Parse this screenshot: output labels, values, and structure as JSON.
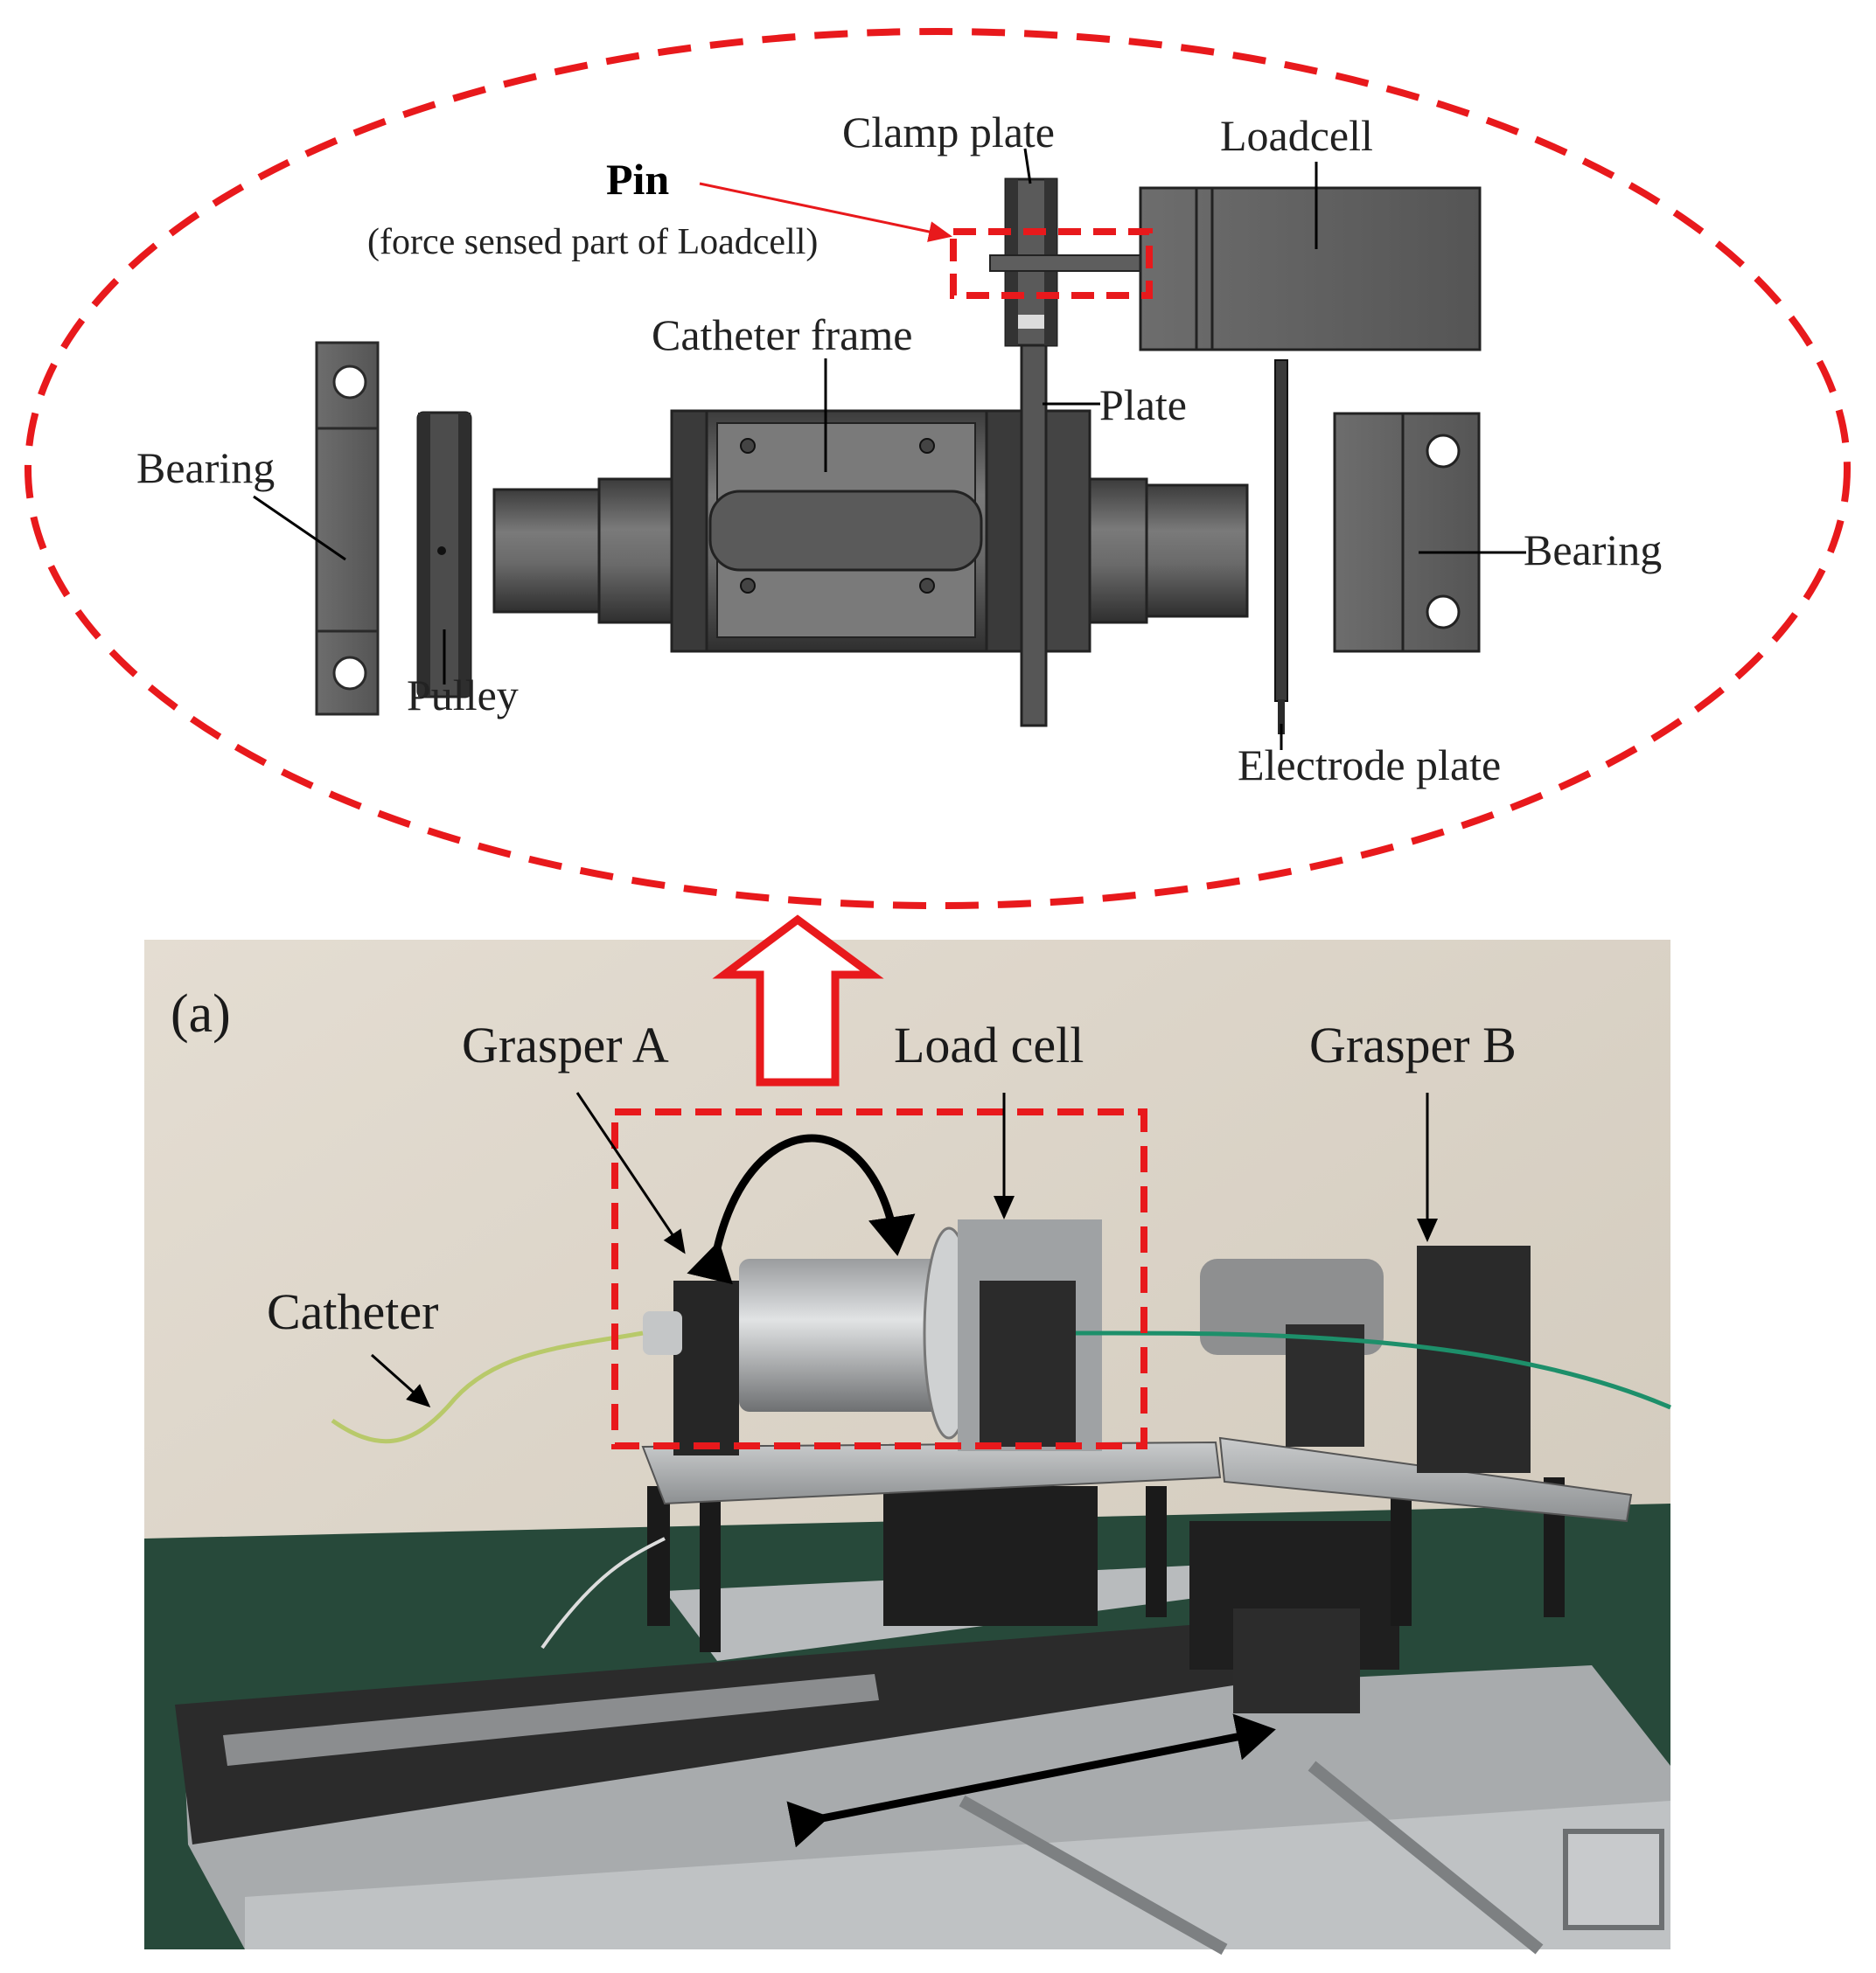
{
  "exploded_view": {
    "labels": {
      "clamp_plate": "Clamp plate",
      "loadcell": "Loadcell",
      "pin": "Pin",
      "pin_note": "(force sensed part of Loadcell)",
      "catheter_frame": "Catheter frame",
      "plate": "Plate",
      "bearing_left": "Bearing",
      "bearing_right": "Bearing",
      "pulley": "Pulley",
      "electrode_plate": "Electrode plate"
    }
  },
  "photo": {
    "panel_label": "(a)",
    "labels": {
      "grasper_a": "Grasper A",
      "load_cell": "Load cell",
      "grasper_b": "Grasper B",
      "catheter": "Catheter"
    }
  },
  "colors": {
    "highlight": "#e8191c",
    "part_dark": "#4a4a4a",
    "part_mid": "#6b6b6b",
    "part_light": "#8c8c8c",
    "wall": "#ddd7cc",
    "table": "#27493a"
  }
}
